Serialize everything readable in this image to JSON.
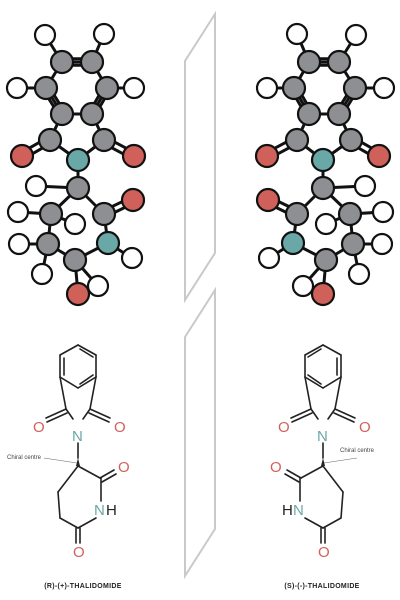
{
  "colors": {
    "carbon": "#8e8f92",
    "hydrogen": "#ffffff",
    "oxygen": "#d0615a",
    "nitrogen": "#69a8a7",
    "bond": "#111111",
    "mirror": "#c9c9c9",
    "line": "#222222"
  },
  "left": {
    "oxygen_symbol": "O",
    "nitrogen_symbol": "N",
    "nh_h_symbol": "H",
    "chiral_label": "Chiral centre",
    "name": "(R)-(+)-THALIDOMIDE"
  },
  "right": {
    "oxygen_symbol": "O",
    "nitrogen_symbol": "N",
    "nh_h_symbol": "H",
    "chiral_label": "Chiral centre",
    "name": "(S)-(-)-THALIDOMIDE"
  }
}
